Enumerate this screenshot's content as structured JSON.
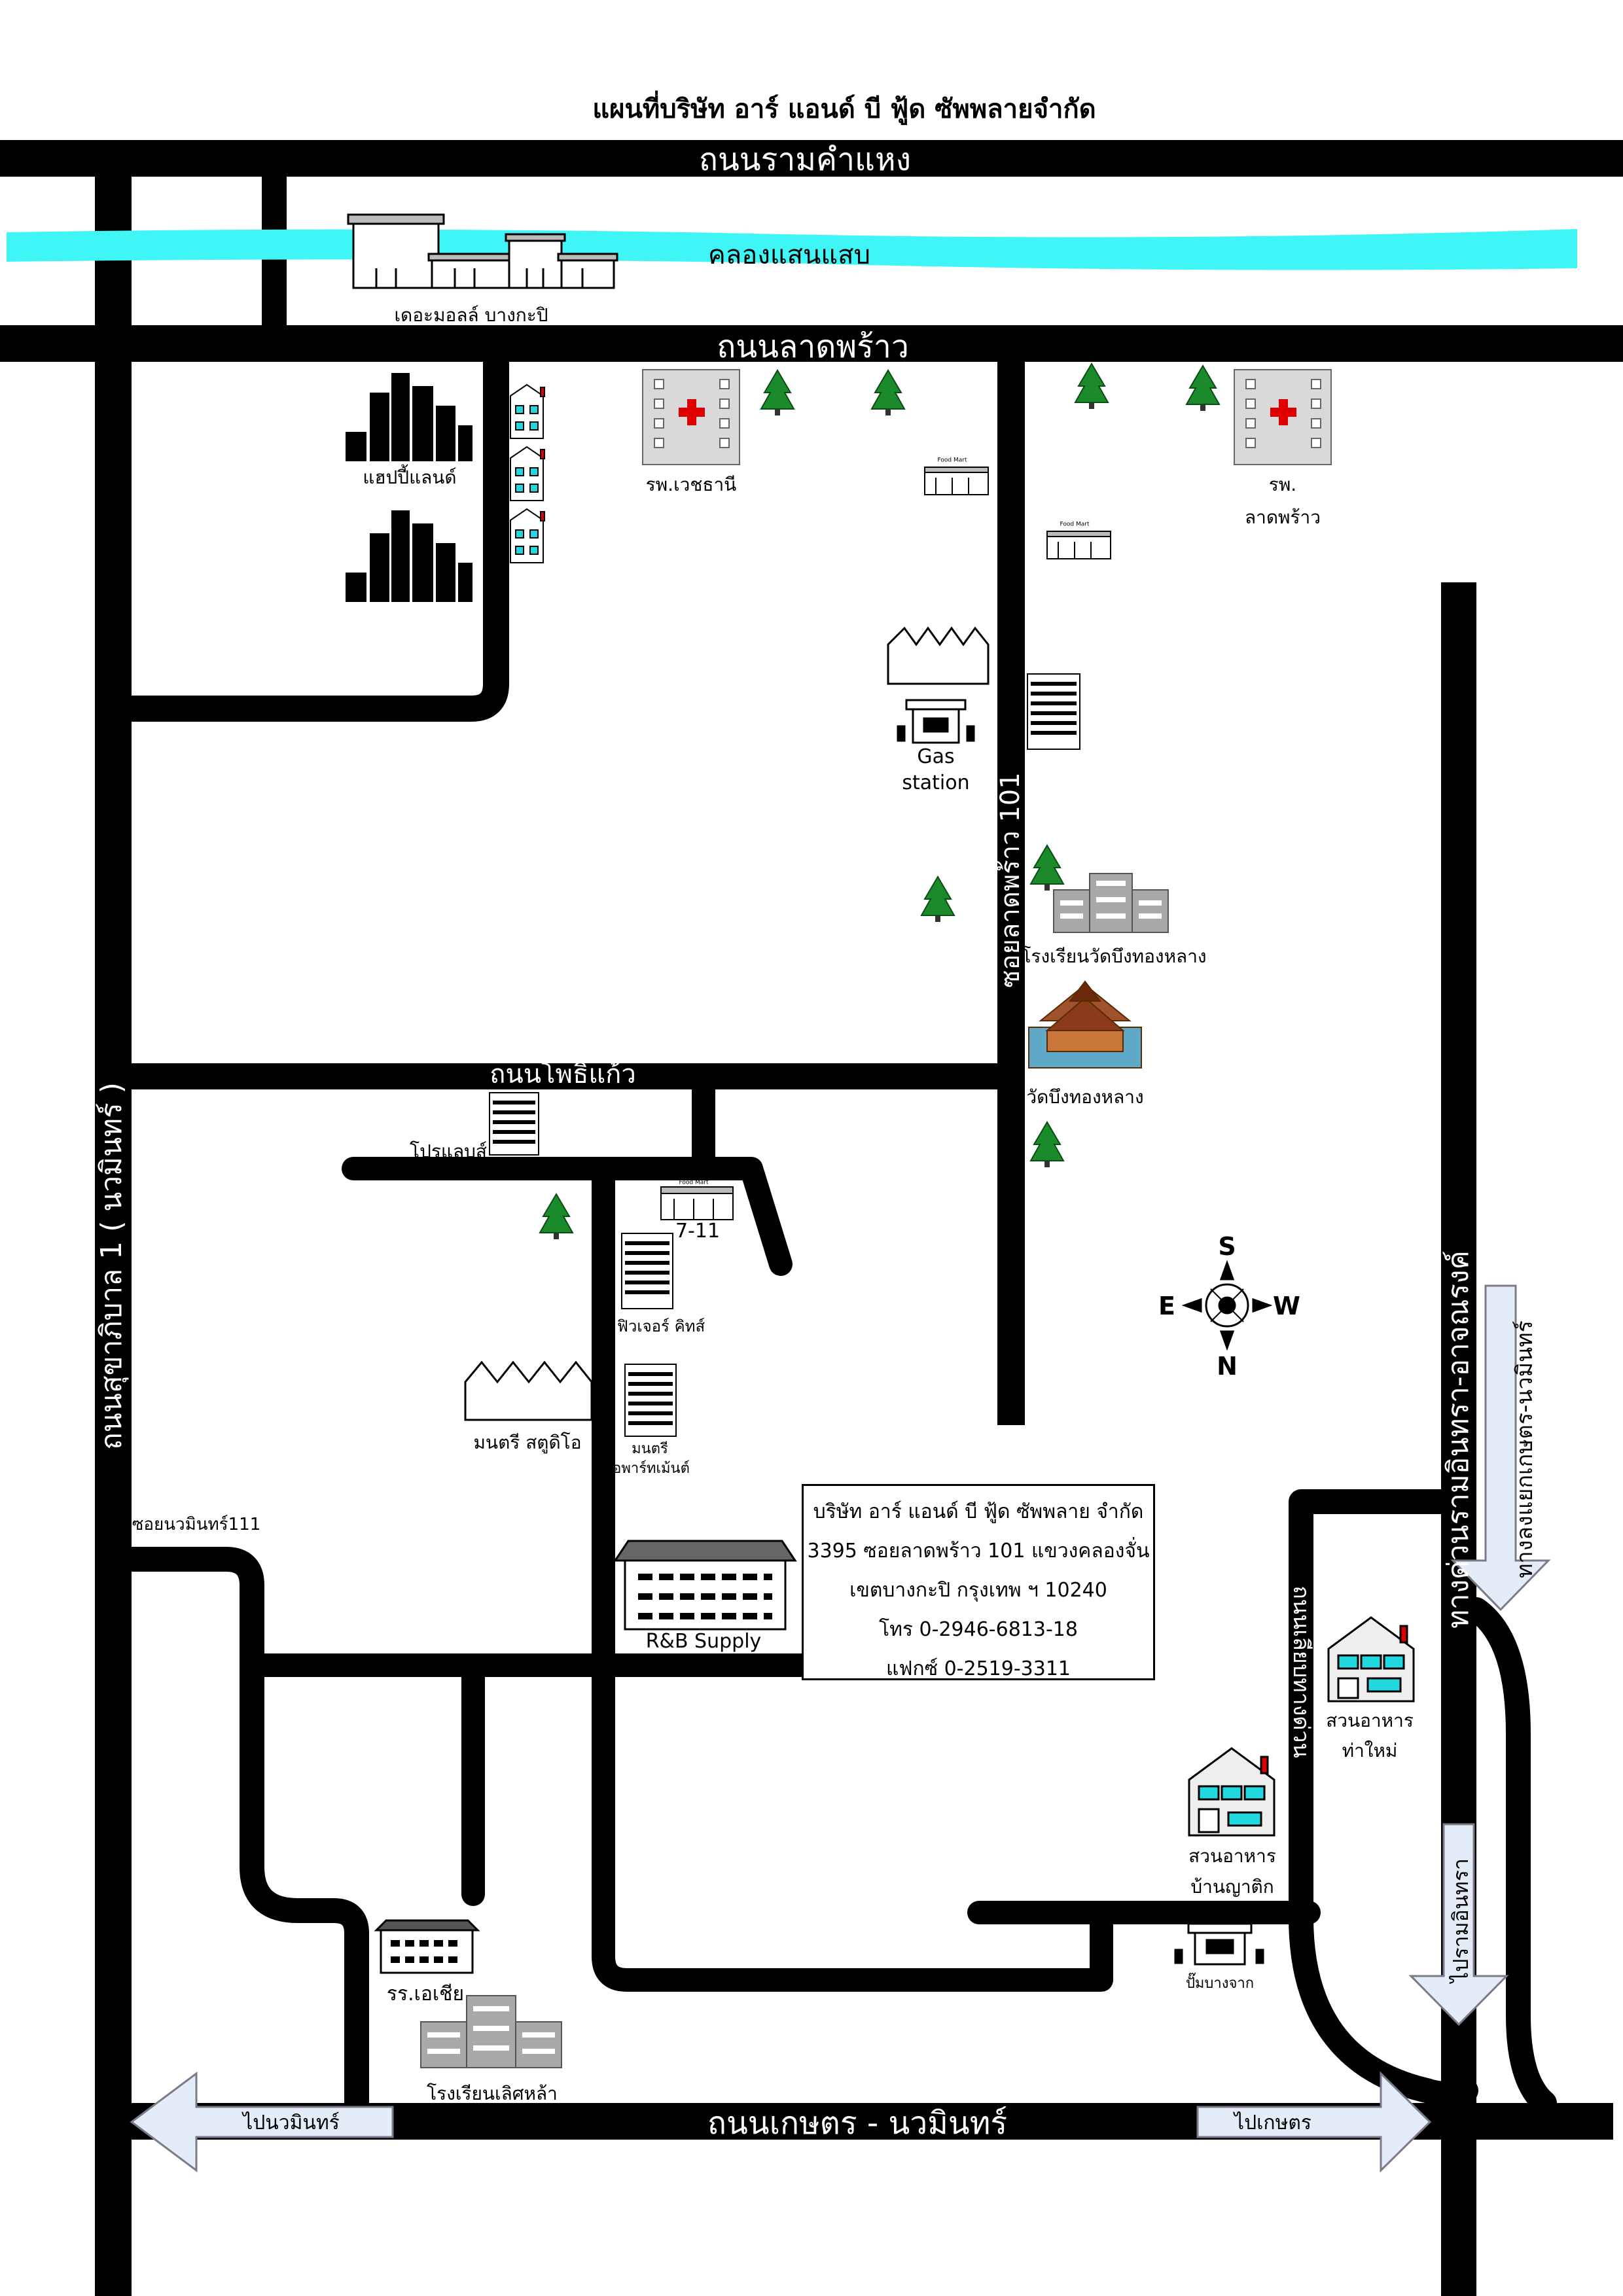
{
  "title": "แผนที่บริษัท อาร์ แอนด์ บี ฟู้ด ซัพพลายจำกัด",
  "roads": {
    "ramkhamhaeng": "ถนนรามคำแหง",
    "canal": "คลองแสนแสบ",
    "ladprao": "ถนนลาดพร้าว",
    "ladprao101": "ซอยลาดพร้าว 101",
    "phothikaeo": "ถนนโพธิ์แก้ว",
    "sukhaphiban1": "ถนนสุขาภิบาล 1 ( นวมินทร์ )",
    "nawamin111": "ซอยนวมินทร์111",
    "kaset_nawamin": "ถนนเกษตร - นวมินทร์",
    "expressway": "ทางด่วนรามอินทรา-อาจณรงค์",
    "expressway_sub": "ทางลงแยกเกษตร-นวมินทร์",
    "side_road": "ถนนเลียบทางด่วน"
  },
  "directions": {
    "to_nawamin": "ไปนวมินทร์",
    "to_kaset": "ไปเกษตร",
    "to_ramintra": "ไปรามอินทรา"
  },
  "landmarks": {
    "mall": "เดอะมอลล์ บางกะปิ",
    "happyland": "แฮปปี้แลนด์",
    "hospital1": "รพ.เวชธานี",
    "hospital2_line1": "รพ.",
    "hospital2_line2": "ลาดพร้าว",
    "gas1_line1": "Gas",
    "gas1_line2": "station",
    "school1": "โรงเรียนวัดบึงทองหลาง",
    "temple": "วัดบึงทองหลาง",
    "prolab": "โปรแลบส์",
    "seven11": "7-11",
    "future": "ฟิวเจอร์ คิทส์",
    "studio": "มนตรี สตูดิโอ",
    "apartment_line1": "มนตรี",
    "apartment_line2": "อพาร์ทเม้นต์",
    "rb": "R&B Supply",
    "restaurant1_line1": "สวนอาหาร",
    "restaurant1_line2": "ท่าใหม่",
    "restaurant2_line1": "สวนอาหาร",
    "restaurant2_line2": "บ้านญาติก",
    "gas2": "ปั๊มบางจาก",
    "asia_school": "รร.เอเชีย",
    "school2": "โรงเรียนเลิศหล้า",
    "foodmart": "Food Mart"
  },
  "compass": {
    "top": "S",
    "left": "E",
    "right": "W",
    "bottom": "N"
  },
  "info": [
    "บริษัท อาร์ แอนด์ บี ฟู้ด ซัพพลาย จำกัด",
    "3395 ซอยลาดพร้าว 101 แขวงคลองจั่น",
    "เขตบางกะปิ กรุงเทพ ฯ 10240",
    "โทร 0-2946-6813-18",
    "แฟกซ์ 0-2519-3311"
  ],
  "colors": {
    "road": "#000000",
    "canal": "#3ff5f5",
    "tree": "#1a8a2a",
    "arrow_fill": "#e4edf7",
    "arrow_stroke": "#7a7a8a",
    "building_gray": "#a9a9a9",
    "hospital_red": "#e00000"
  }
}
